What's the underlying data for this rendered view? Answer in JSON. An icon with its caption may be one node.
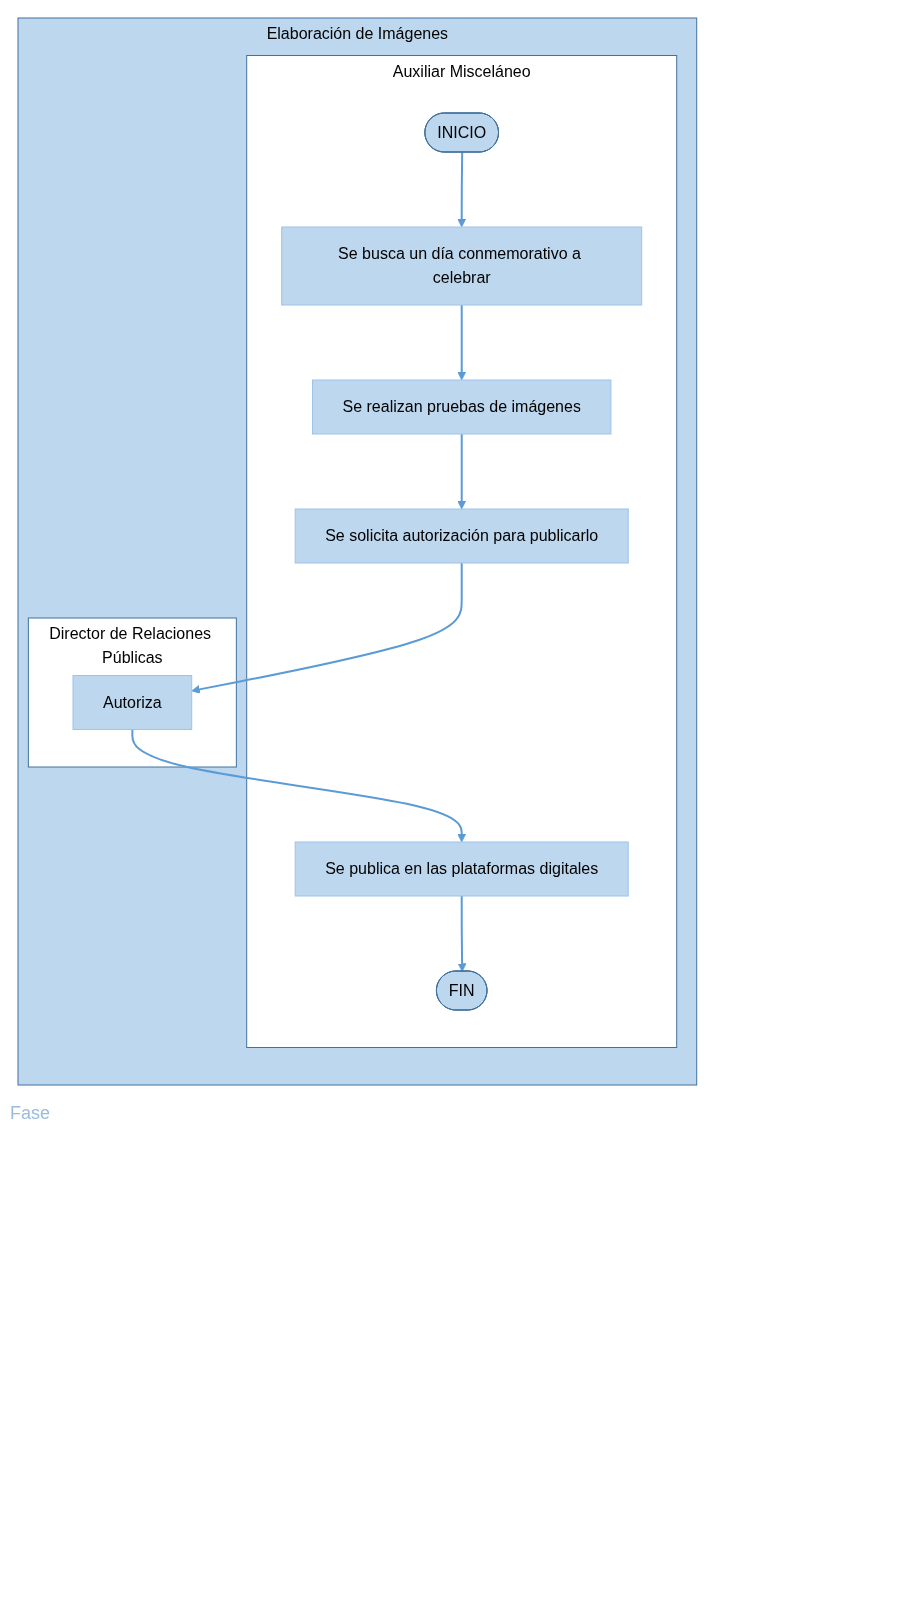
{
  "diagram": {
    "nodes": [
      {
        "text": [
          "Elaboración de Imágenes"
        ]
      },
      {
        "text": [
          "Auxiliar Misceláneo"
        ],
        "in": 0
      },
      {
        "text": [
          "Director de Relaciones Públicas"
        ],
        "in": 0
      },
      {
        "text": [
          "INICIO"
        ],
        "in": 1
      },
      {
        "text": [
          "Se busca un día conmemorativo a celebrar"
        ],
        "in": 1
      },
      {
        "text": [
          "Se realizan pruebas de imágenes"
        ],
        "in": 1
      },
      {
        "text": [
          "Se solicita autorización para publicarlo"
        ],
        "in": 1
      },
      {
        "text": [
          "Autoriza"
        ],
        "in": 2
      },
      {
        "text": [
          "Se publica en las plataformas digitales"
        ],
        "in": 1
      },
      {
        "text": [
          "FIN"
        ],
        "in": 1
      }
    ],
    "edges": [
      {
        "from": 3,
        "to": 4,
        "arrow": "to"
      },
      {
        "from": 4,
        "to": 5,
        "arrow": "to"
      },
      {
        "from": 5,
        "to": 6,
        "arrow": "to"
      },
      {
        "from": 6,
        "to": 7,
        "arrow": "to"
      },
      {
        "from": 7,
        "to": 8,
        "arrow": "to"
      },
      {
        "from": 8,
        "to": 9,
        "arrow": "to"
      }
    ],
    "labels": [
      "Fase"
    ]
  }
}
